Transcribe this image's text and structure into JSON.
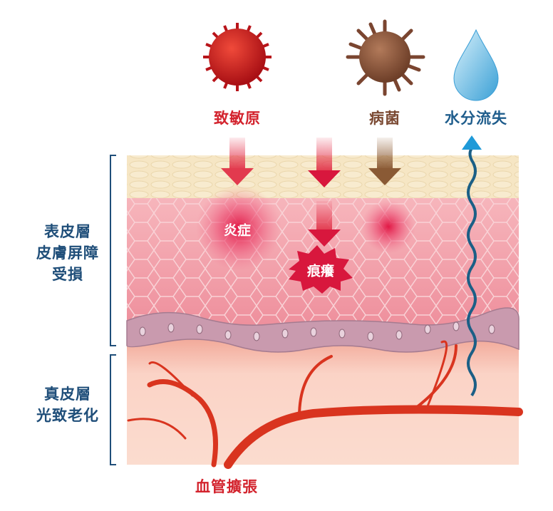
{
  "top_labels": {
    "allergen": "致敏原",
    "bacteria": "病菌",
    "water_loss": "水分流失"
  },
  "side_labels": {
    "epidermis": [
      "表皮層",
      "皮膚屏障",
      "受損"
    ],
    "dermis": [
      "真皮層",
      "光致老化"
    ]
  },
  "inner_labels": {
    "inflammation": "炎症",
    "itch": "痕癢"
  },
  "bottom_label": "血管擴張",
  "colors": {
    "red_label": "#d3232d",
    "brown_label": "#7b4a33",
    "blue_label": "#1f5d8c",
    "side_label": "#1f4e79",
    "vessel": "#d9341f"
  }
}
